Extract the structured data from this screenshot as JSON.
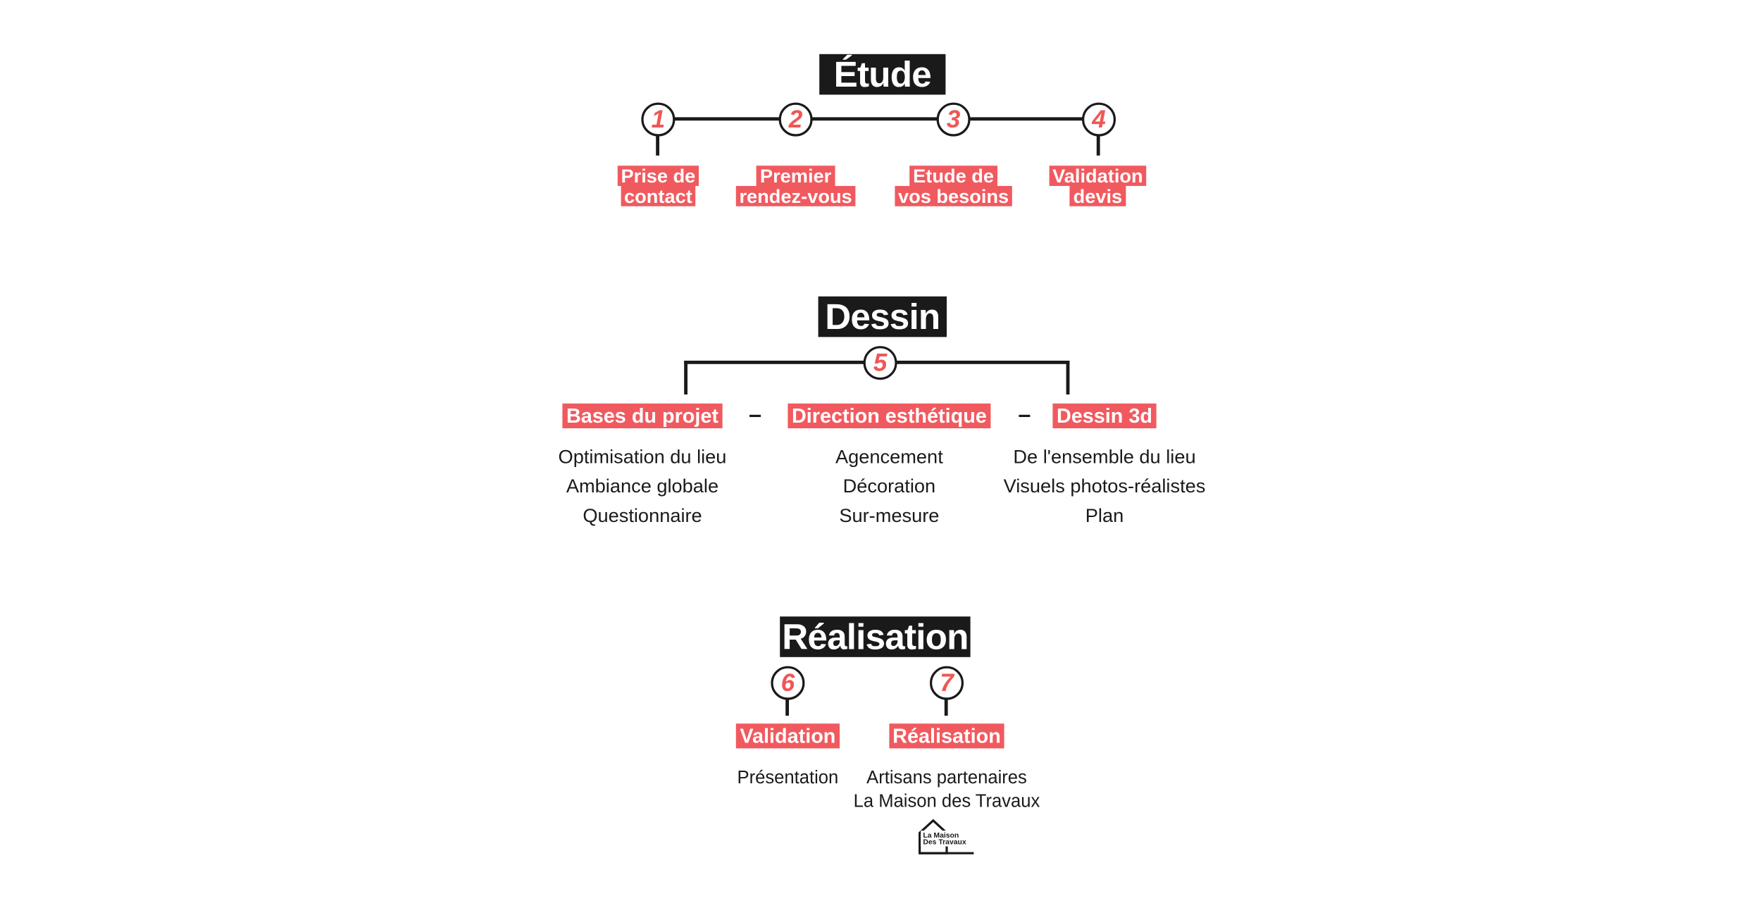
{
  "sections": {
    "etude": {
      "title": "Étude",
      "steps": [
        {
          "number": "1",
          "label_line1": "Prise de",
          "label_line2": "contact"
        },
        {
          "number": "2",
          "label_line1": "Premier",
          "label_line2": "rendez-vous"
        },
        {
          "number": "3",
          "label_line1": "Etude de",
          "label_line2": "vos besoins"
        },
        {
          "number": "4",
          "label_line1": "Validation",
          "label_line2": "devis"
        }
      ]
    },
    "dessin": {
      "title": "Dessin",
      "step_number": "5",
      "separator": "-",
      "columns": [
        {
          "label": "Bases du projet",
          "items": [
            "Optimisation du lieu",
            "Ambiance globale",
            "Questionnaire"
          ]
        },
        {
          "label": "Direction esthétique",
          "items": [
            "Agencement",
            "Décoration",
            "Sur-mesure"
          ]
        },
        {
          "label": "Dessin 3d",
          "items": [
            "De l'ensemble du lieu",
            "Visuels photos-réalistes",
            "Plan"
          ]
        }
      ]
    },
    "realisation": {
      "title": "Réalisation",
      "steps": [
        {
          "number": "6",
          "label": "Validation",
          "items": [
            "Présentation"
          ]
        },
        {
          "number": "7",
          "label": "Réalisation",
          "items": [
            "Artisans partenaires",
            "La Maison des Travaux"
          ]
        }
      ]
    }
  },
  "logo": {
    "line1": "La Maison",
    "line2": "Des Travaux"
  },
  "colors": {
    "accent": "#f05a5f",
    "dark": "#1a1a1a",
    "background": "#ffffff"
  }
}
